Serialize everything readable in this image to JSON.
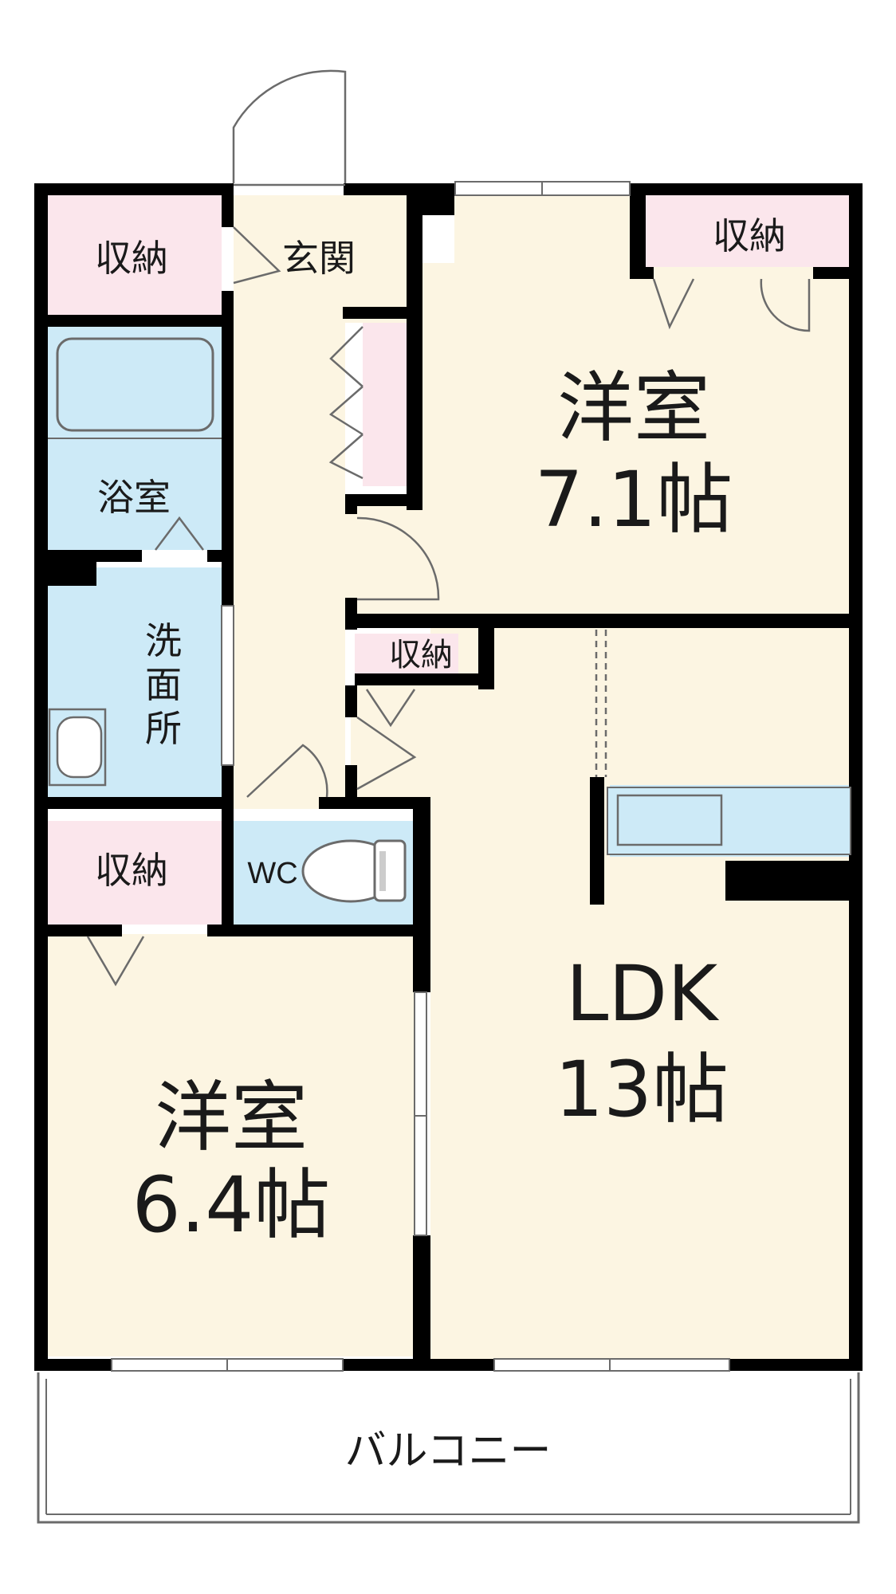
{
  "colors": {
    "wall": "#000000",
    "room_floor": "#fcf5e2",
    "wet_area": "#cdeaf7",
    "storage": "#fbe6ec",
    "balcony": "#ffffff",
    "outline": "#6b6b6b"
  },
  "rooms": {
    "western_room_north": {
      "name": "洋室",
      "size": "7.1帖"
    },
    "western_room_south": {
      "name": "洋室",
      "size": "6.4帖"
    },
    "ldk": {
      "name": "LDK",
      "size": "13帖"
    },
    "entrance": {
      "name": "玄関"
    },
    "bathroom": {
      "name": "浴室"
    },
    "washroom": {
      "name": "洗面所",
      "chars": [
        "洗",
        "面",
        "所"
      ]
    },
    "toilet": {
      "name": "WC"
    },
    "storage_nw": {
      "name": "収納"
    },
    "storage_ne": {
      "name": "収納"
    },
    "storage_mid": {
      "name": "収納"
    },
    "storage_sw": {
      "name": "収納"
    },
    "balcony": {
      "name": "バルコニー"
    }
  }
}
